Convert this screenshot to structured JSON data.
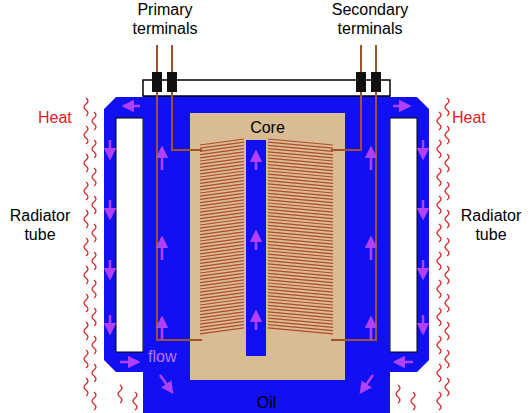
{
  "diagram": {
    "nodes": [
      {
        "text": [
          "Oil"
        ]
      },
      {
        "text": [
          "Core"
        ],
        "in": 0
      }
    ],
    "labels": [
      "Primary terminals",
      "Secondary terminals",
      "Heat",
      "Heat",
      "Radiator tube",
      "Radiator tube",
      "flow"
    ]
  }
}
